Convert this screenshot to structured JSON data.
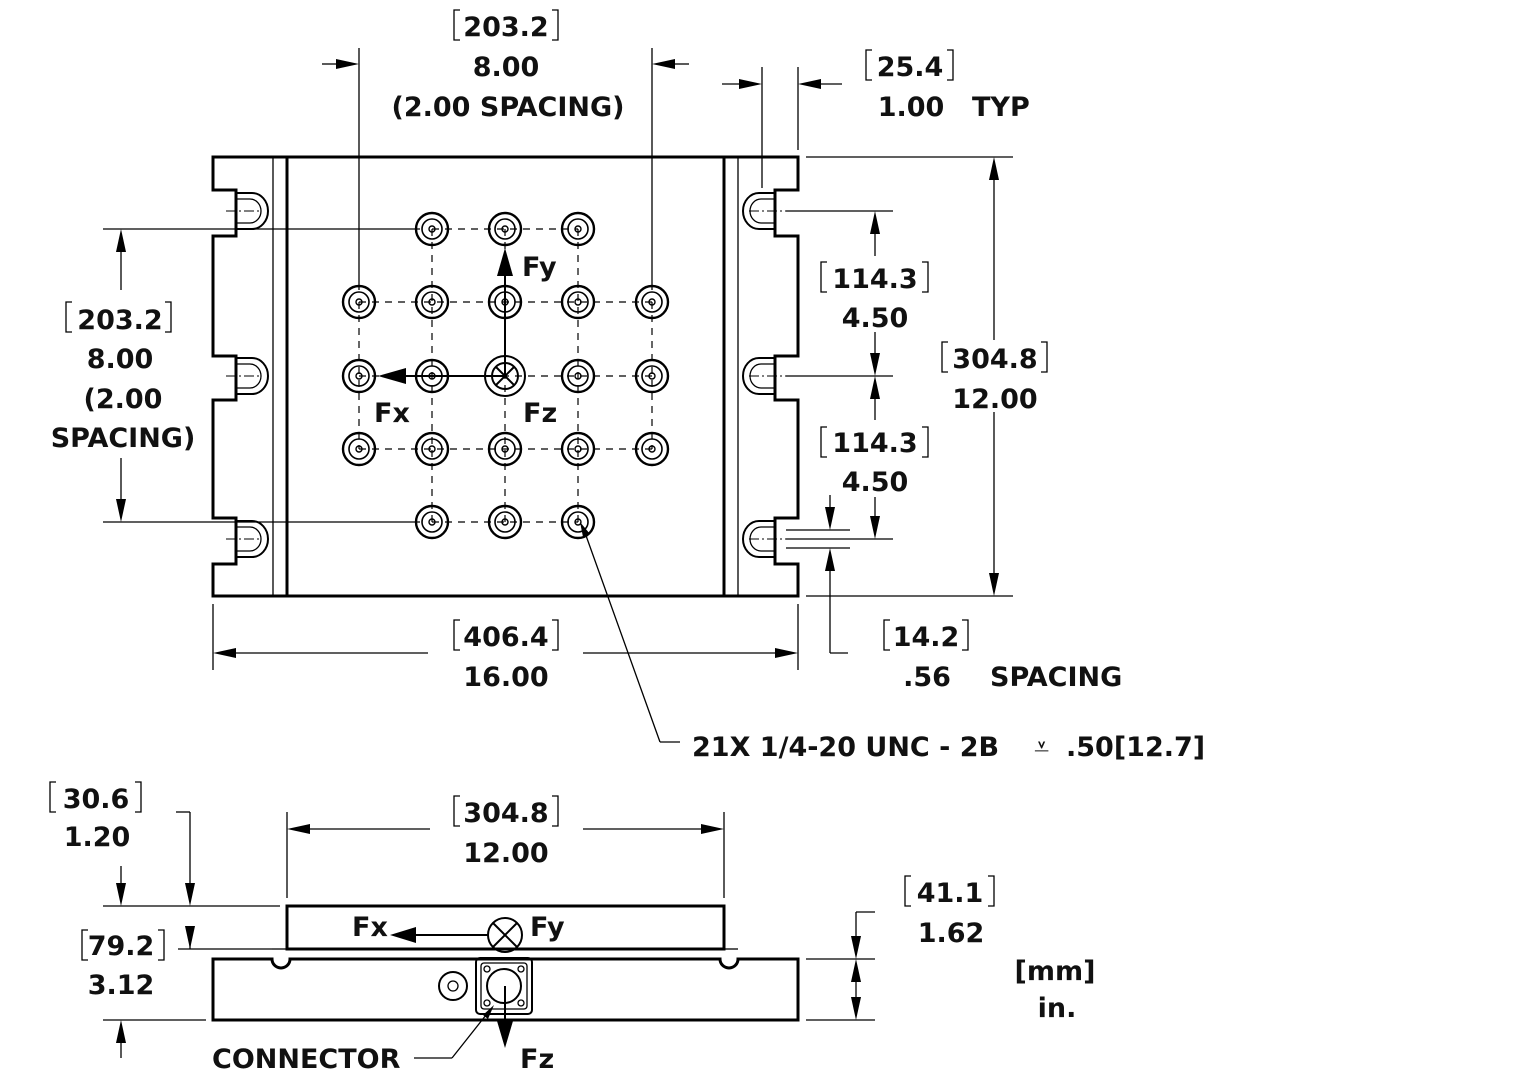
{
  "drawing": {
    "units_label_mm": "[mm]",
    "units_label_in": "in.",
    "top_view": {
      "pattern_width": {
        "mm": "203.2",
        "in": "8.00",
        "note": "(2.00 SPACING)"
      },
      "slot_width": {
        "mm": "25.4",
        "in": "1.00",
        "note": "TYP"
      },
      "pattern_height": {
        "mm": "203.2",
        "in": "8.00",
        "note_1": "(2.00",
        "note_2": "SPACING)"
      },
      "slot_spacing_upper": {
        "mm": "114.3",
        "in": "4.50"
      },
      "slot_spacing_lower": {
        "mm": "114.3",
        "in": "4.50"
      },
      "overall_height": {
        "mm": "304.8",
        "in": "12.00"
      },
      "overall_width": {
        "mm": "406.4",
        "in": "16.00"
      },
      "slot_gap": {
        "mm": "14.2",
        "in": ".56",
        "note": "SPACING"
      },
      "hole_callout": "21X 1/4-20 UNC  - 2B",
      "hole_depth_symbol": "⩡",
      "hole_depth": ".50[12.7]",
      "axis_fy": "Fy",
      "axis_fx": "Fx",
      "axis_fz": "Fz"
    },
    "side_view": {
      "top_plate_width": {
        "mm": "304.8",
        "in": "12.00"
      },
      "plate_thickness": {
        "mm": "30.6",
        "in": "1.20"
      },
      "overall_height": {
        "mm": "79.2",
        "in": "3.12"
      },
      "base_height": {
        "mm": "41.1",
        "in": "1.62"
      },
      "axis_fx": "Fx",
      "axis_fy": "Fy",
      "axis_fz": "Fz",
      "connector_label": "CONNECTOR"
    }
  }
}
